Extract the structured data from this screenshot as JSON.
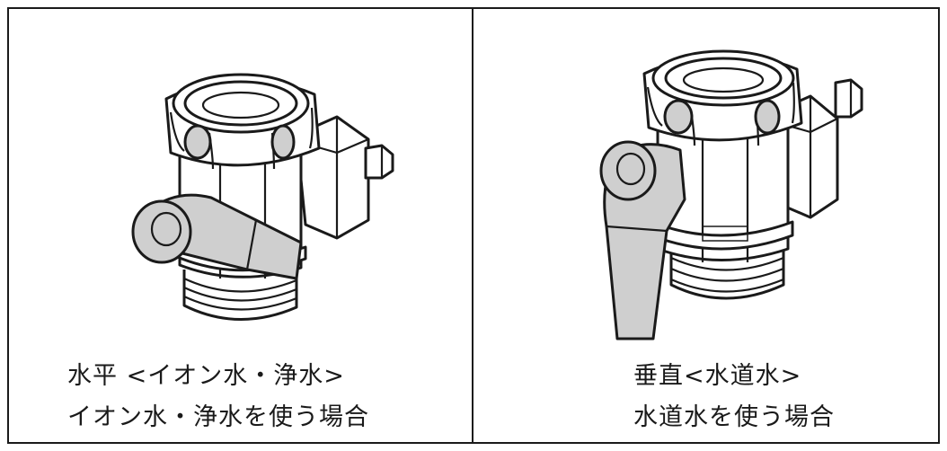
{
  "panels": [
    {
      "caption_line1": "水平 <イオン水・浄水>",
      "caption_line2": "イオン水・浄水を使う場合"
    },
    {
      "caption_line1": "垂直<水道水>",
      "caption_line2": "水道水を使う場合"
    }
  ],
  "colors": {
    "line": "#1a1a1a",
    "handle_fill": "#cfcfcf",
    "background": "#ffffff"
  }
}
